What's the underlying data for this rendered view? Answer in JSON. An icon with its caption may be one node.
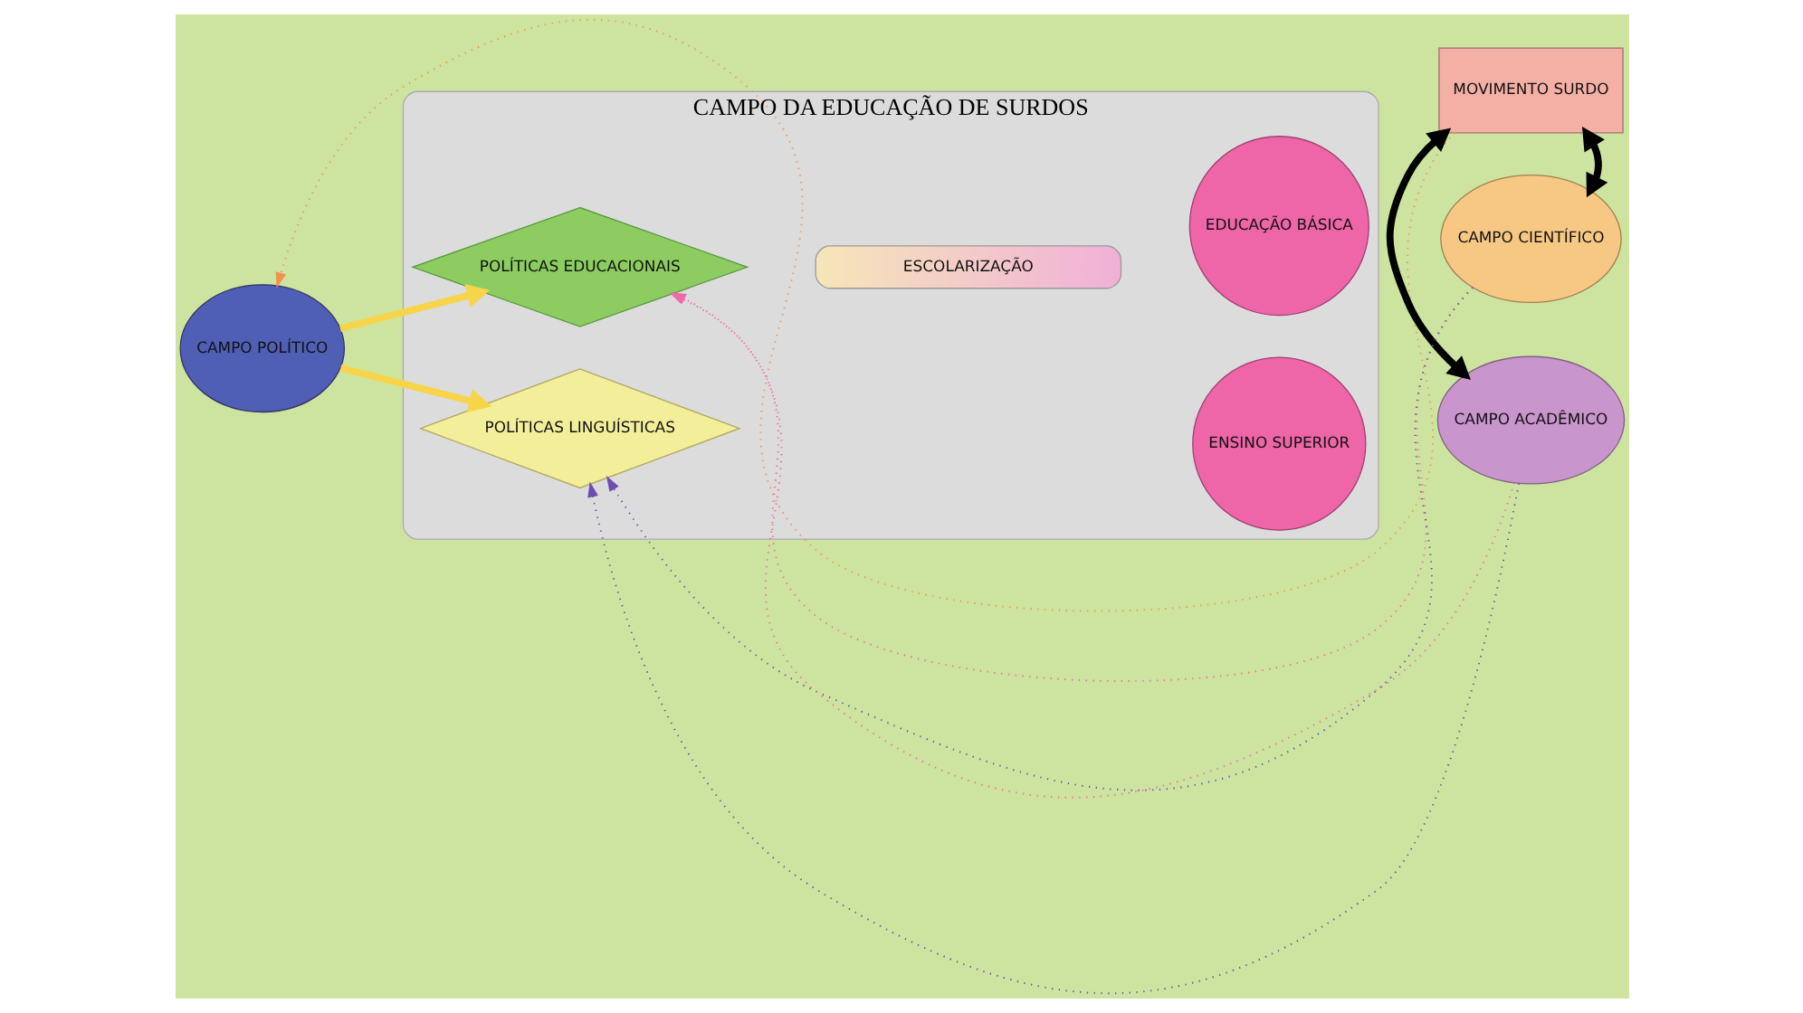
{
  "diagram": {
    "nodes": [
      {
        "text": [
          "CAMPO DA EDUCAÇÃO DE SURDOS"
        ]
      },
      {
        "text": [
          "MOVIMENTO SURDO"
        ]
      },
      {
        "text": [
          "CAMPO POLÍTICO"
        ]
      },
      {
        "text": [
          "POLÍTICAS EDUCACIONAIS"
        ],
        "in": 0
      },
      {
        "text": [
          "ESCOLARIZAÇÃO"
        ],
        "in": 0
      },
      {
        "text": [
          "EDUCAÇÃO BÁSICA"
        ],
        "in": 0
      },
      {
        "text": [
          "ENSINO SUPERIOR"
        ],
        "in": 0
      },
      {
        "text": [
          "POLÍTICAS LINGUÍSTICAS"
        ],
        "in": 0
      },
      {
        "text": [
          "CAMPO CIENTÍFICO"
        ]
      },
      {
        "text": [
          "CAMPO ACADÊMICO"
        ]
      }
    ],
    "edges": [
      {
        "from": 1,
        "to": 2,
        "arrow": "to",
        "style": "dashed",
        "color": "#f4924a"
      },
      {
        "from": 2,
        "to": 3,
        "arrow": "to",
        "style": "thick",
        "color": "#f6d54a"
      },
      {
        "from": 2,
        "to": 7,
        "arrow": "to",
        "style": "thick",
        "color": "#f6d54a"
      },
      {
        "from": 8,
        "to": 3,
        "arrow": "to",
        "style": "dashed",
        "color": "#f06aa8"
      },
      {
        "from": 9,
        "to": 3,
        "arrow": "to",
        "style": "dashed",
        "color": "#f06aa8"
      },
      {
        "from": 8,
        "to": 7,
        "arrow": "to",
        "style": "dashed",
        "color": "#6a4fb0"
      },
      {
        "from": 9,
        "to": 7,
        "arrow": "to",
        "style": "dashed",
        "color": "#6a4fb0"
      },
      {
        "from": 1,
        "to": 9,
        "arrow": "both",
        "style": "thick",
        "color": "#000000"
      },
      {
        "from": 1,
        "to": 8,
        "arrow": "both",
        "style": "thick",
        "color": "#000000"
      }
    ]
  }
}
